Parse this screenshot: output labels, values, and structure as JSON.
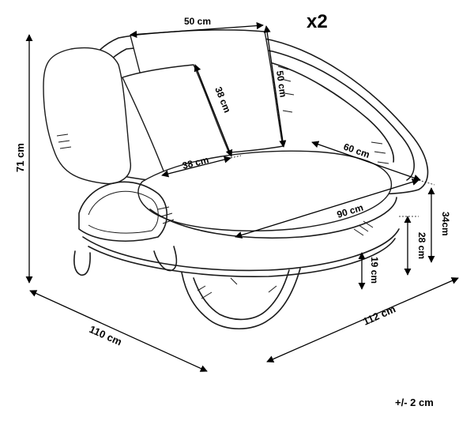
{
  "quantity": "x2",
  "tolerance": "+/- 2 cm",
  "dimensions": {
    "cushion_back_width": "50 cm",
    "cushion_back_height": "50 cm",
    "pillow_height": "38 cm",
    "pillow_width": "38 cm",
    "seat_depth": "60 cm",
    "seat_diameter": "90 cm",
    "total_height": "71 cm",
    "depth": "110 cm",
    "width": "112 cm",
    "seat_height_34": "34cm",
    "seat_height_28": "28 cm",
    "leg_height": "19 cm"
  }
}
